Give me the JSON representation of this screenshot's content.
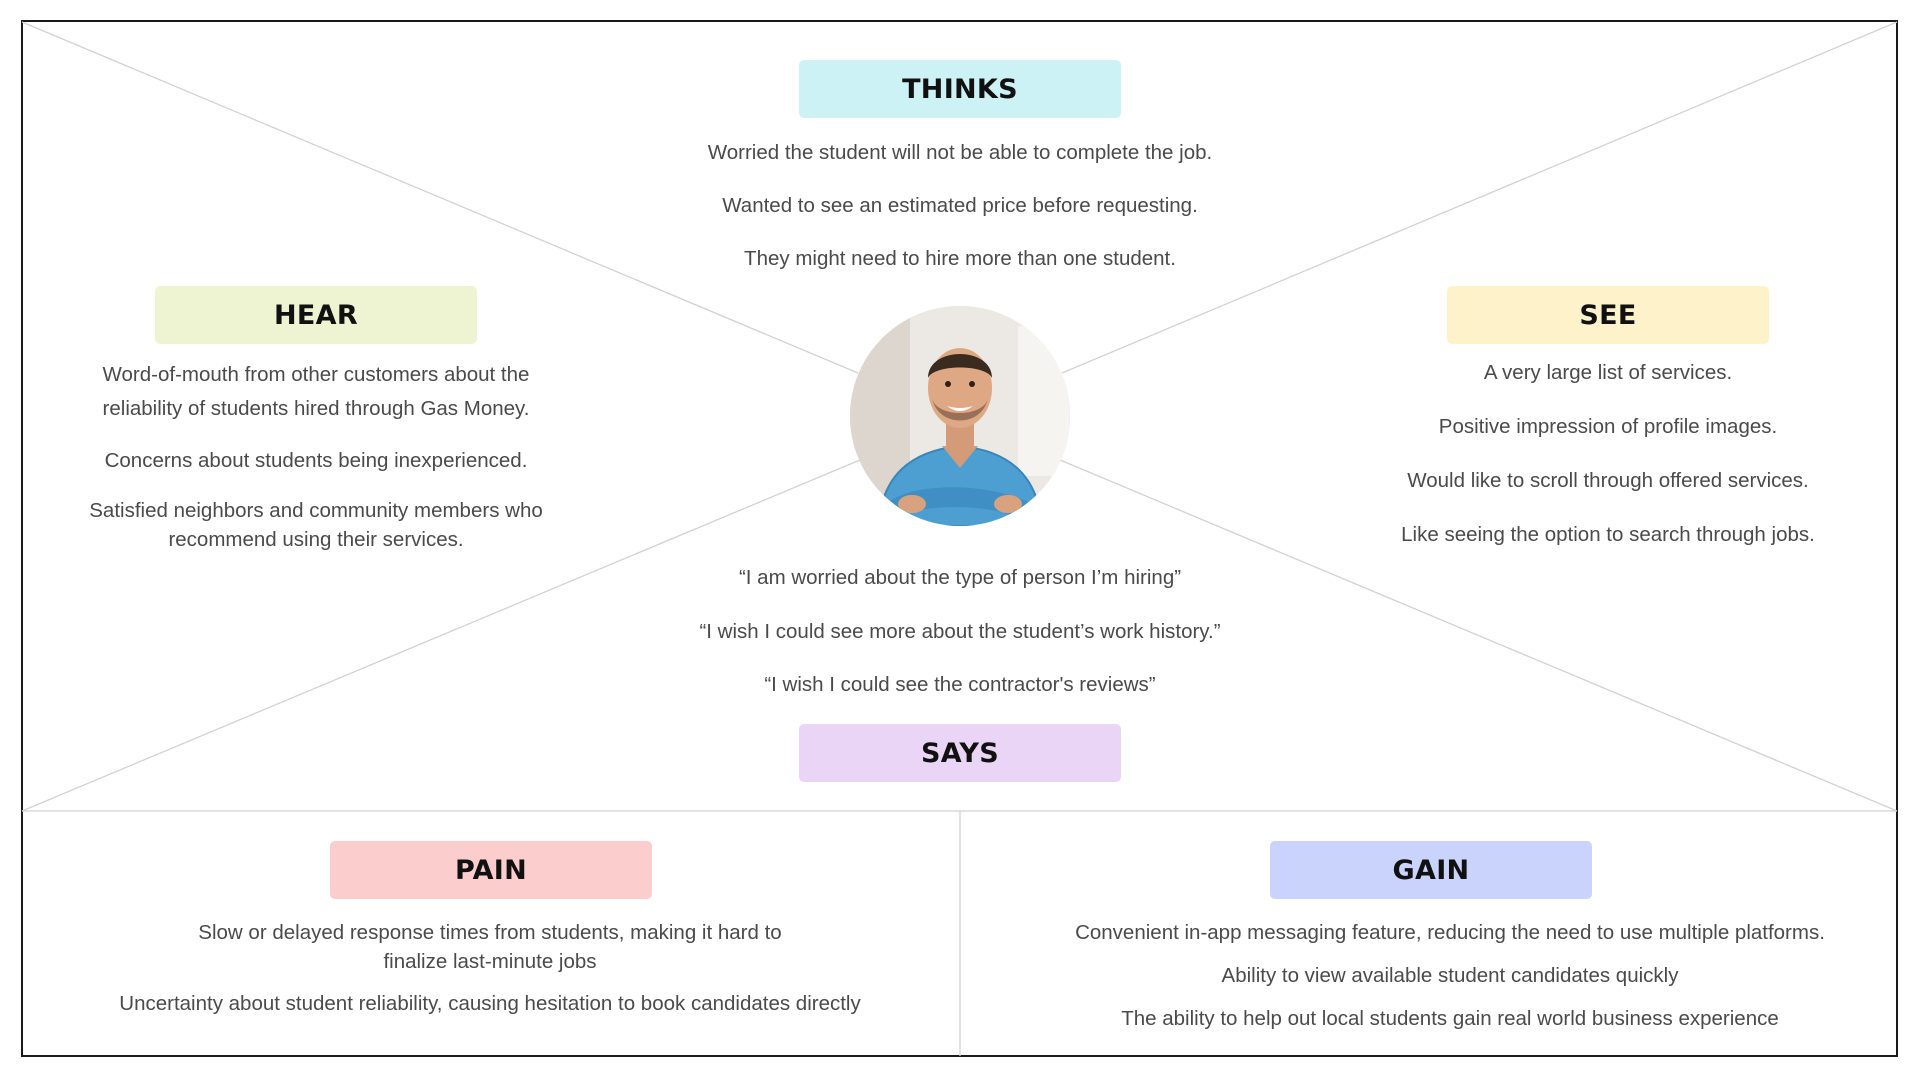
{
  "colors": {
    "thinks": "#cdf2f6",
    "hear": "#eef4d2",
    "see": "#fdf2c9",
    "says": "#ebd5f6",
    "pain": "#fccdcd",
    "gain": "#cad3fb"
  },
  "thinks": {
    "label": "THINKS",
    "items": [
      "Worried the student will not be able to complete the job.",
      "Wanted to see an estimated price before requesting.",
      "They might need to hire more than one student."
    ]
  },
  "hear": {
    "label": "HEAR",
    "items": [
      "Word-of-mouth from other customers about the reliability of students hired through Gas Money.",
      "Concerns about students being inexperienced.",
      "Satisfied neighbors and community members who recommend using their services."
    ]
  },
  "see": {
    "label": "SEE",
    "items": [
      "A very large list of services.",
      "Positive impression of profile images.",
      "Would like to scroll through offered services.",
      "Like seeing the option to search through jobs."
    ]
  },
  "says": {
    "label": "SAYS",
    "items": [
      "“I am worried about the type of person I’m hiring”",
      "“I wish I could see more about the student’s work history.”",
      "“I wish I could see the contractor's reviews”"
    ]
  },
  "pain": {
    "label": "PAIN",
    "items": [
      "Slow or delayed response times from students, making it hard to finalize last-minute jobs",
      "Uncertainty about student reliability, causing hesitation to book candidates directly"
    ]
  },
  "gain": {
    "label": "GAIN",
    "items": [
      "Convenient in-app messaging feature, reducing the need to use multiple platforms.",
      "Ability to view available student candidates quickly",
      "The ability to help out local students gain real world business experience"
    ]
  },
  "persona": {
    "icon": "user-portrait"
  }
}
